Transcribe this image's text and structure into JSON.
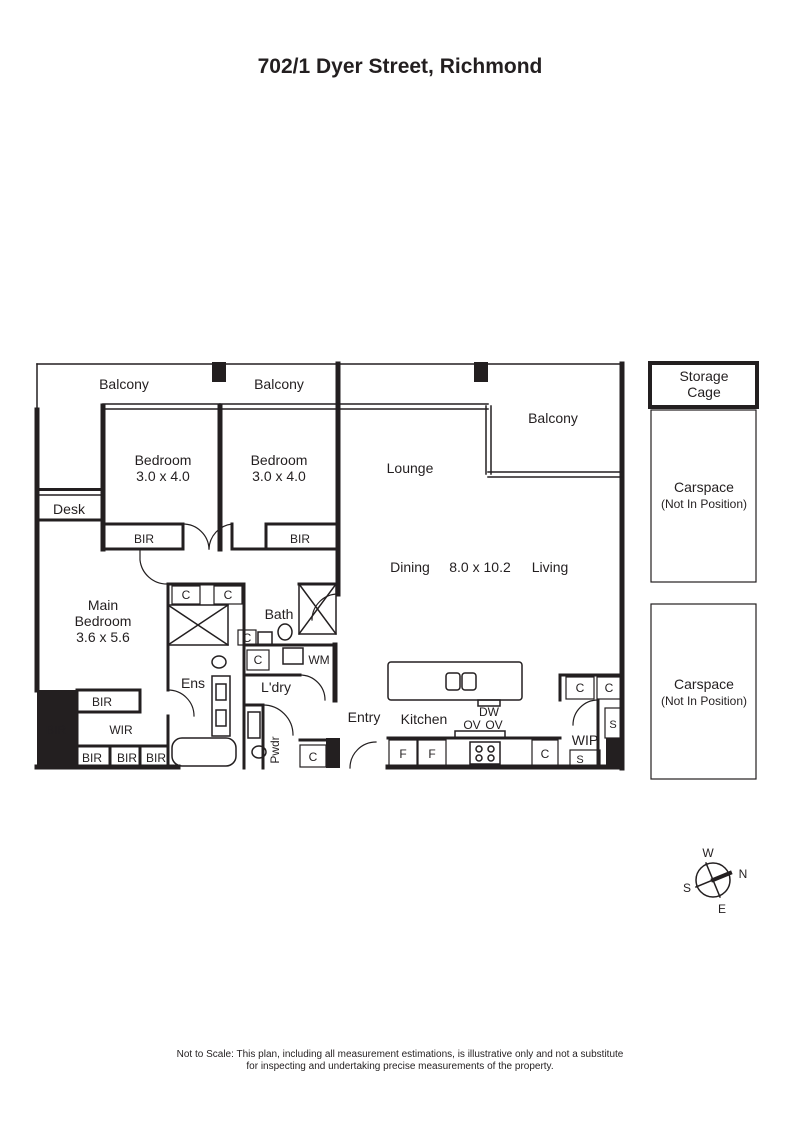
{
  "title": "702/1 Dyer Street, Richmond",
  "rooms": {
    "balcony_left": "Balcony",
    "balcony_mid": "Balcony",
    "balcony_right": "Balcony",
    "bedroom2_name": "Bedroom",
    "bedroom2_size": "3.0 x 4.0",
    "bedroom3_name": "Bedroom",
    "bedroom3_size": "3.0 x 4.0",
    "lounge": "Lounge",
    "dining": "Dining",
    "living_size": "8.0 x 10.2",
    "living": "Living",
    "desk": "Desk",
    "bir_bed2": "BIR",
    "bir_bed3": "BIR",
    "main_bedroom_line1": "Main",
    "main_bedroom_line2": "Bedroom",
    "main_bedroom_size": "3.6 x 5.6",
    "main_bir_top": "BIR",
    "main_bir_left": "BIR",
    "wir": "WIR",
    "bir_bottom_1": "BIR",
    "bir_bottom_2": "BIR",
    "bir_bottom_3": "BIR",
    "ens": "Ens",
    "bath": "Bath",
    "ldry": "L'dry",
    "wm": "WM",
    "pwdr": "Pwdr",
    "entry": "Entry",
    "kitchen": "Kitchen",
    "dw": "DW",
    "ov1": "OV",
    "ov2": "OV",
    "fridge1": "F",
    "fridge2": "F",
    "wip": "WIP",
    "s1": "S",
    "s2": "S",
    "cupboards": [
      "C",
      "C",
      "C",
      "C",
      "C",
      "C",
      "C",
      "C"
    ]
  },
  "storage": {
    "line1": "Storage",
    "line2": "Cage"
  },
  "carspace_1": {
    "line1": "Carspace",
    "line2": "(Not In Position)"
  },
  "carspace_2": {
    "line1": "Carspace",
    "line2": "(Not In Position)"
  },
  "compass": {
    "w": "W",
    "n": "N",
    "s": "S",
    "e": "E"
  },
  "disclaimer": {
    "line1": "Not to Scale: This plan, including all measurement estimations, is illustrative only and not a substitute",
    "line2": "for inspecting and undertaking precise measurements of the property."
  }
}
